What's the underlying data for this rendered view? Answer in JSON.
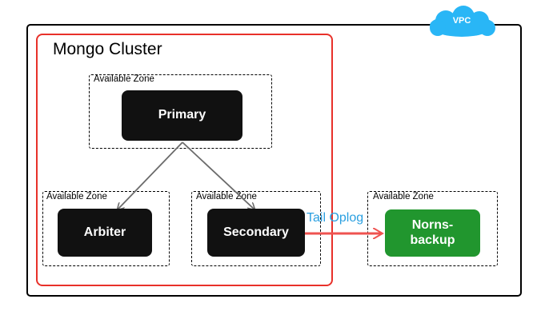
{
  "vpc": {
    "label": "VPC",
    "cloud_color": "#29b6f6"
  },
  "cluster": {
    "title": "Mongo Cluster",
    "border_color": "#e8312a"
  },
  "zones": [
    {
      "label": "Available Zone"
    },
    {
      "label": "Available Zone"
    },
    {
      "label": "Available Zone"
    },
    {
      "label": "Available Zone"
    }
  ],
  "nodes": {
    "primary": "Primary",
    "arbiter": "Arbiter",
    "secondary": "Secondary",
    "backup": "Norns-\nbackup"
  },
  "connections": [
    {
      "from": "primary",
      "to": "arbiter"
    },
    {
      "from": "primary",
      "to": "secondary"
    },
    {
      "from": "secondary",
      "to": "backup",
      "label": "Tail Oplog",
      "color": "#ef5350"
    }
  ],
  "oplog_label_color": "#2a9fe0",
  "backup_color": "#21962e"
}
